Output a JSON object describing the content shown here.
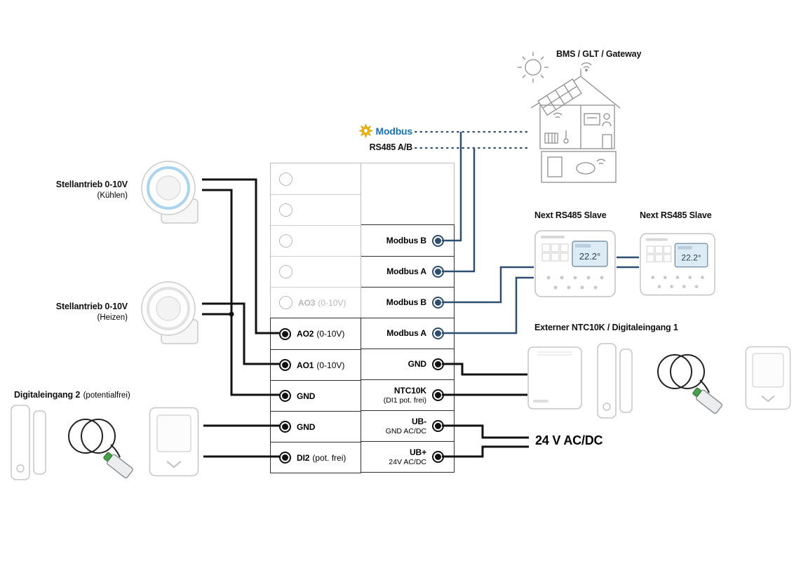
{
  "top": {
    "modbus_logo": "Modbus",
    "rs485": "RS485 A/B",
    "bms": "BMS / GLT / Gateway"
  },
  "left": {
    "actuator_cool": {
      "line1": "Stellantrieb 0-10V",
      "line2": "(Kühlen)"
    },
    "actuator_heat": {
      "line1": "Stellantrieb 0-10V",
      "line2": "(Heizen)"
    },
    "di2": {
      "main": "Digitaleingang 2",
      "detail": "(potentialfrei)"
    }
  },
  "terminal_block": {
    "left_rows": [
      {
        "code": "",
        "detail": "",
        "state": "empty"
      },
      {
        "code": "",
        "detail": "",
        "state": "empty"
      },
      {
        "code": "",
        "detail": "",
        "state": "empty"
      },
      {
        "code": "",
        "detail": "",
        "state": "empty"
      },
      {
        "code": "AO3",
        "detail": "(0-10V)",
        "state": "disabled"
      },
      {
        "code": "AO2",
        "detail": "(0-10V)",
        "state": "active"
      },
      {
        "code": "AO1",
        "detail": "(0-10V)",
        "state": "active"
      },
      {
        "code": "GND",
        "detail": "",
        "state": "active"
      },
      {
        "code": "GND",
        "detail": "",
        "state": "active"
      },
      {
        "code": "DI2",
        "detail": "(pot. frei)",
        "state": "active"
      }
    ],
    "right_rows": [
      {
        "main": "Modbus B",
        "sub": "",
        "wire": "modbus"
      },
      {
        "main": "Modbus A",
        "sub": "",
        "wire": "modbus"
      },
      {
        "main": "Modbus B",
        "sub": "",
        "wire": "modbus"
      },
      {
        "main": "Modbus A",
        "sub": "",
        "wire": "modbus"
      },
      {
        "main": "GND",
        "sub": "",
        "wire": "black"
      },
      {
        "main": "NTC10K",
        "sub": "(DI1 pot. frei)",
        "wire": "black"
      },
      {
        "main": "UB-",
        "sub": "GND AC/DC",
        "wire": "black"
      },
      {
        "main": "UB+",
        "sub": "24V AC/DC",
        "wire": "black"
      }
    ]
  },
  "right": {
    "slave1": "Next RS485 Slave",
    "slave2": "Next RS485 Slave",
    "external": "Externer NTC10K / Digitaleingang 1",
    "power": "24 V AC/DC",
    "slave1_temp": "22.2°",
    "slave2_temp": "22.2°"
  },
  "colors": {
    "wire_black": "#111111",
    "wire_modbus": "#2d4e70",
    "modbus_yellow": "#f2b50c",
    "modbus_blue": "#1673b8",
    "disabled_gray": "#b8b8b8"
  }
}
